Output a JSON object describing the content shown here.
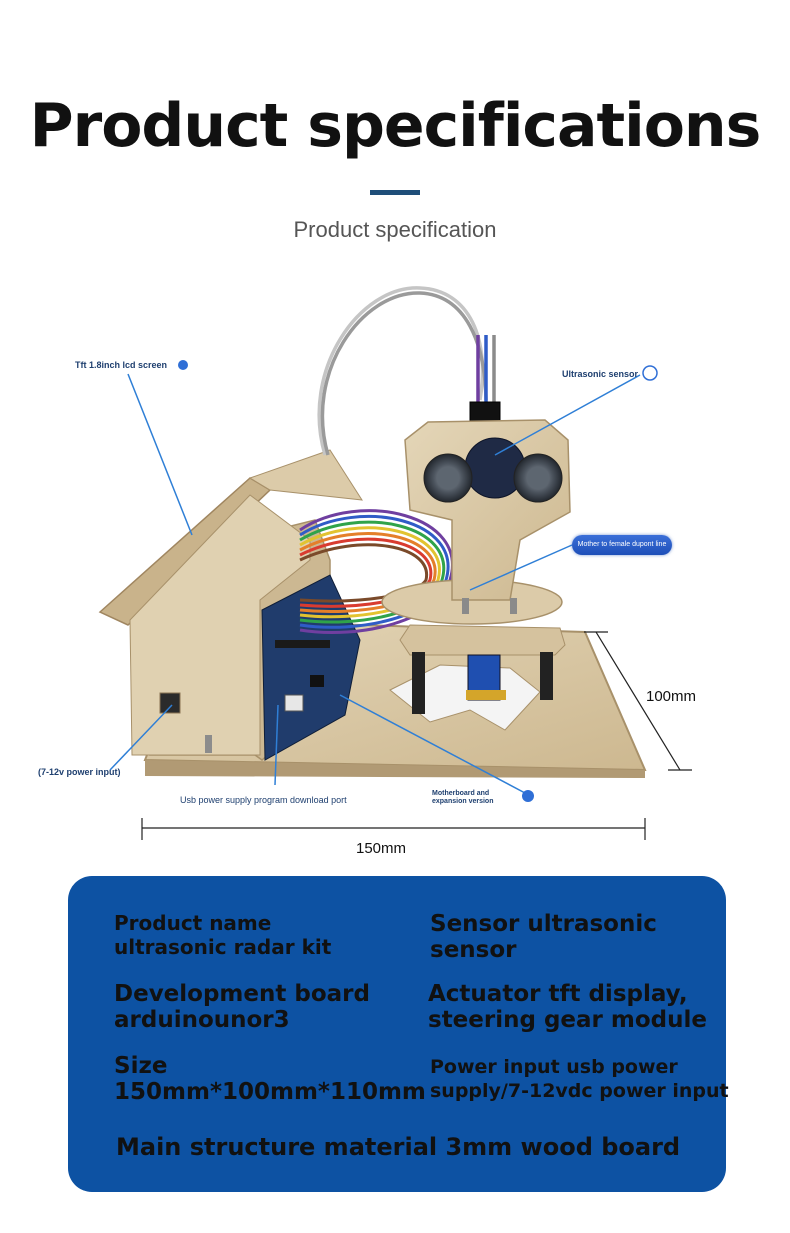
{
  "header": {
    "title": "Product specifications",
    "subtitle": "Product specification"
  },
  "photo": {
    "callouts": {
      "tft_screen": "Tft 1.8inch lcd screen",
      "ultrasonic_sensor": "Ultrasonic sensor",
      "dupont_line": "Mother to female dupont line",
      "power_input": "(7-12v power input)",
      "usb_port": "Usb power supply program download port",
      "motherboard": "Motherboard and expansion version"
    },
    "dimensions": {
      "height": "100mm",
      "width": "150mm"
    },
    "colors": {
      "wood": "#d8c7a6",
      "wood_edge": "#b7a27c",
      "callout_line": "#2f7fd6"
    }
  },
  "specs": {
    "product_name": [
      "Product name",
      "ultrasonic radar kit"
    ],
    "sensor": [
      "Sensor ultrasonic",
      "sensor"
    ],
    "dev_board": [
      "Development board",
      "arduinounor3"
    ],
    "actuator": [
      "Actuator tft display,",
      "steering gear module"
    ],
    "size": [
      "Size",
      "150mm*100mm*110mm"
    ],
    "power": [
      "Power input usb power",
      "supply/7-12vdc power input"
    ],
    "material": "Main structure material 3mm wood board"
  },
  "theme": {
    "accent": "#1f4e79",
    "panel": "#0d52a3"
  }
}
